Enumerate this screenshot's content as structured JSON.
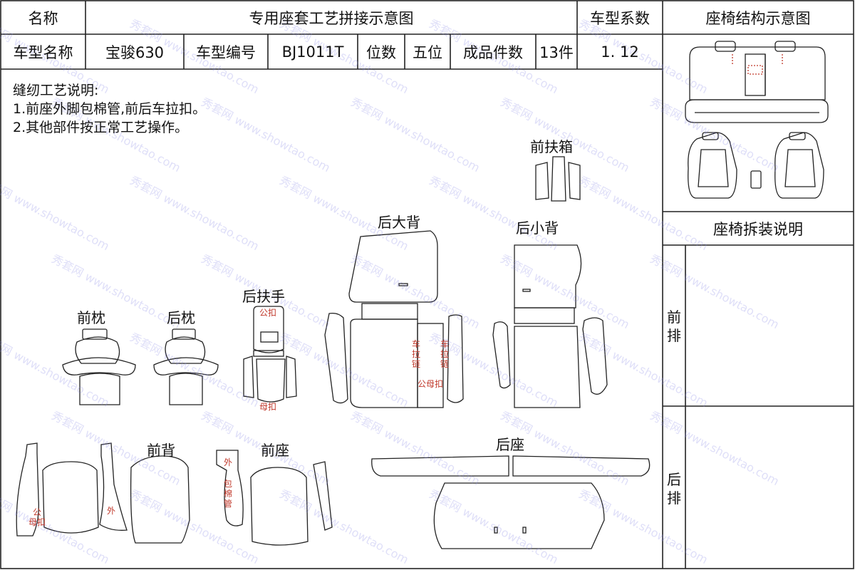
{
  "header": {
    "name_label": "名称",
    "title": "专用座套工艺拼接示意图",
    "coef_label": "车型系数",
    "struct_title": "座椅结构示意图",
    "model_name_label": "车型名称",
    "model_name": "宝骏630",
    "model_no_label": "车型编号",
    "model_no": "BJ1011T",
    "seats_label": "位数",
    "seats": "五位",
    "pieces_label": "成品件数",
    "pieces": "13件",
    "coef": "1. 12"
  },
  "notes": {
    "title": "缝纫工艺说明:",
    "line1": "1.前座外脚包棉管,前后车拉扣。",
    "line2": "2.其他部件按正常工艺操作。"
  },
  "parts": {
    "front_armrest_box": "前扶箱",
    "rear_big_back": "后大背",
    "rear_small_back": "后小背",
    "rear_armrest": "后扶手",
    "front_headrest": "前枕",
    "rear_headrest": "后枕",
    "front_back": "前背",
    "front_seat": "前座",
    "rear_seat": "后座"
  },
  "annotations": {
    "male_buckle": "公扣",
    "female_buckle": "母扣",
    "zipper": "车拉链",
    "male_female": "公母扣",
    "outer": "外",
    "wrap_tube": "包棉管",
    "male": "公",
    "female_buckle2": "母扣"
  },
  "side": {
    "disassembly_title": "座椅拆装说明",
    "front_row": "前排",
    "rear_row": "后排"
  },
  "watermark": {
    "text1": "秀套网",
    "text2": "www.showtao.com"
  }
}
